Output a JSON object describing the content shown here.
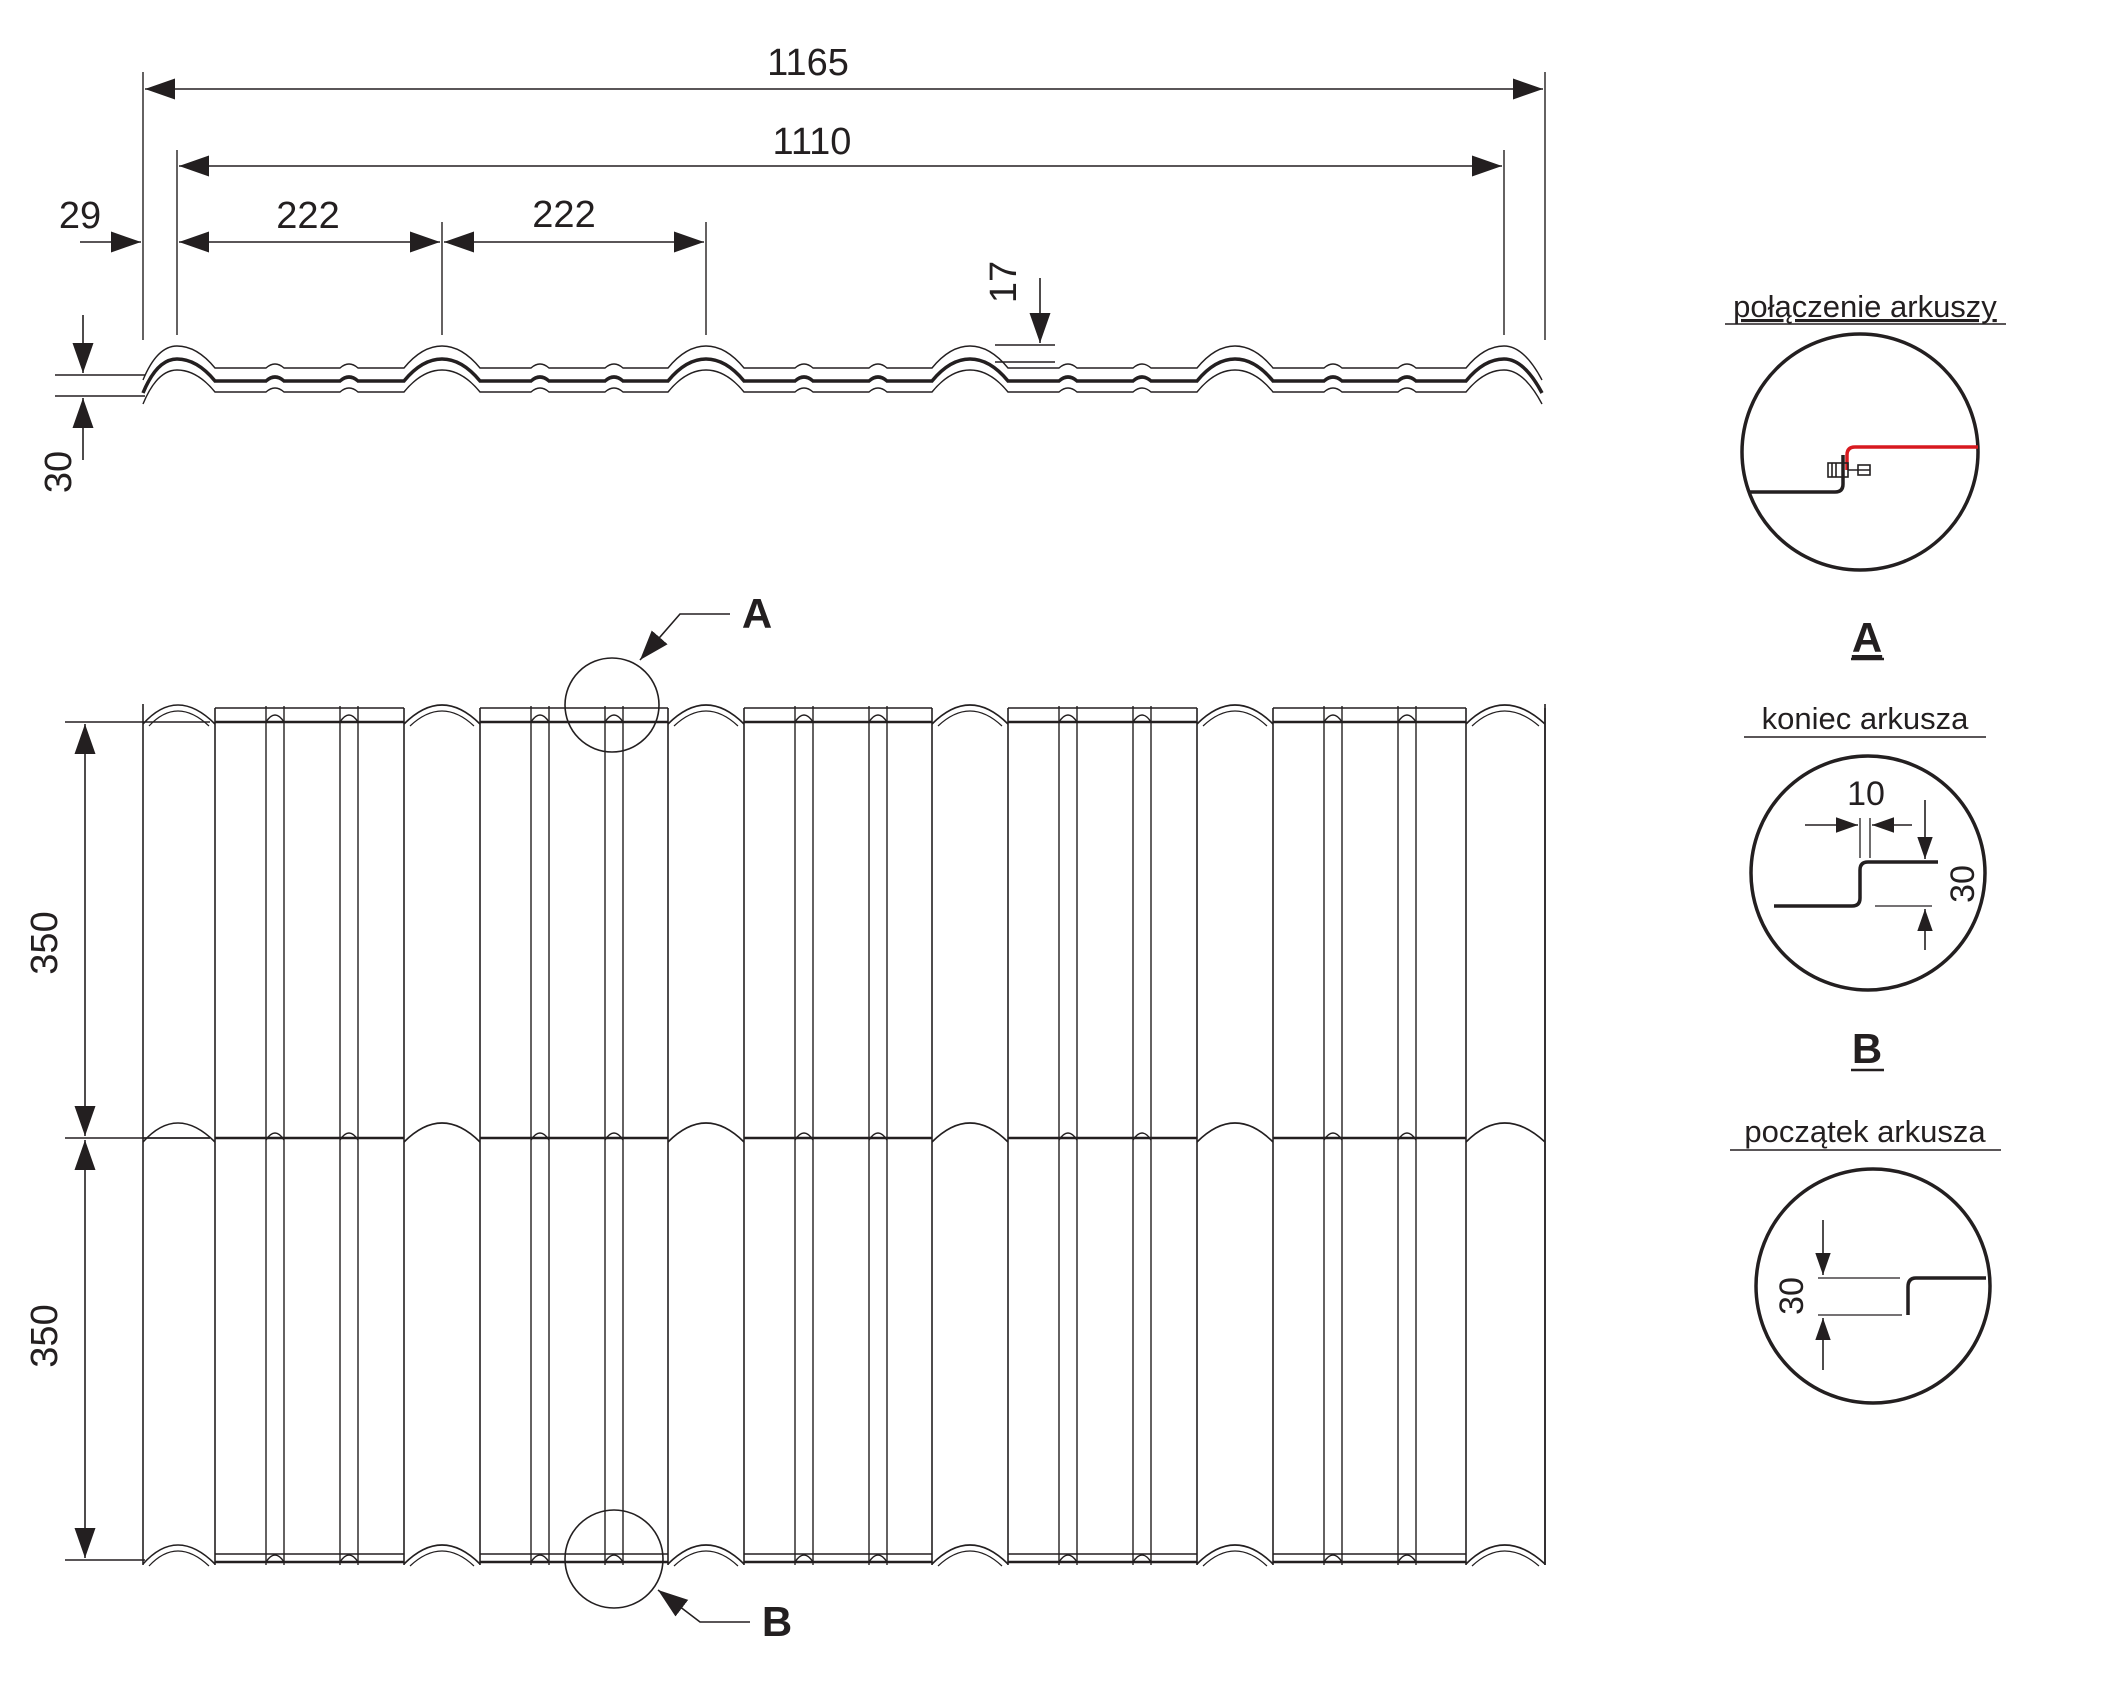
{
  "profile_view": {
    "dim_total_width": "1165",
    "dim_effective_width": "1110",
    "dim_edge": "29",
    "dim_pitch_1": "222",
    "dim_pitch_2": "222",
    "dim_depth": "17",
    "dim_height": "30"
  },
  "plan_view": {
    "dim_module_1": "350",
    "dim_module_2": "350",
    "callout_top": "A",
    "callout_bottom": "B"
  },
  "details": [
    {
      "caption": "połączenie arkuszy",
      "letter": "A"
    },
    {
      "caption": "koniec arkusza",
      "letter": "B",
      "dim_step": "10",
      "dim_height": "30"
    },
    {
      "caption": "początek arkusza",
      "dim_height": "30"
    }
  ],
  "colors": {
    "line": "#231f20",
    "highlight": "#d7191f",
    "background": "#ffffff"
  }
}
